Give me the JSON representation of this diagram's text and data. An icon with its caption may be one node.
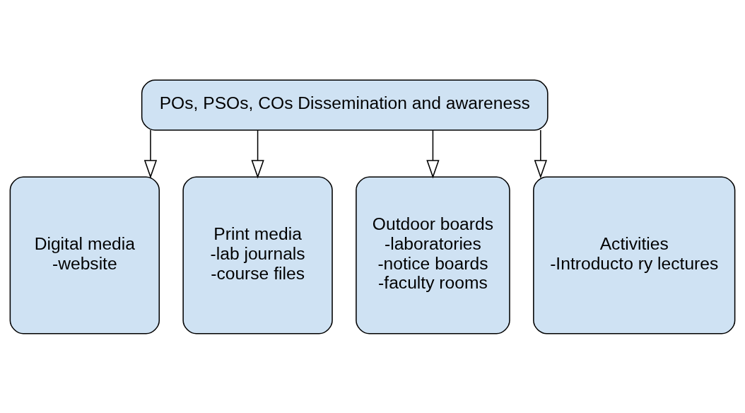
{
  "diagram": {
    "nodes": [
      {
        "text": [
          "POs, PSOs, COs Dissemination and awareness"
        ]
      },
      {
        "text": [
          "Digital media",
          "-website"
        ]
      },
      {
        "text": [
          "Print media",
          "-lab journals",
          "-course files"
        ]
      },
      {
        "text": [
          "Outdoor boards",
          "-laboratories",
          "-notice boards",
          "-faculty rooms"
        ]
      },
      {
        "text": [
          "Activities",
          "-Introducto ry lectures"
        ]
      }
    ],
    "edges": [
      {
        "from": 0,
        "to": 1,
        "arrow": "to"
      },
      {
        "from": 0,
        "to": 2,
        "arrow": "to"
      },
      {
        "from": 0,
        "to": 3,
        "arrow": "to"
      },
      {
        "from": 0,
        "to": 4,
        "arrow": "to"
      }
    ]
  }
}
